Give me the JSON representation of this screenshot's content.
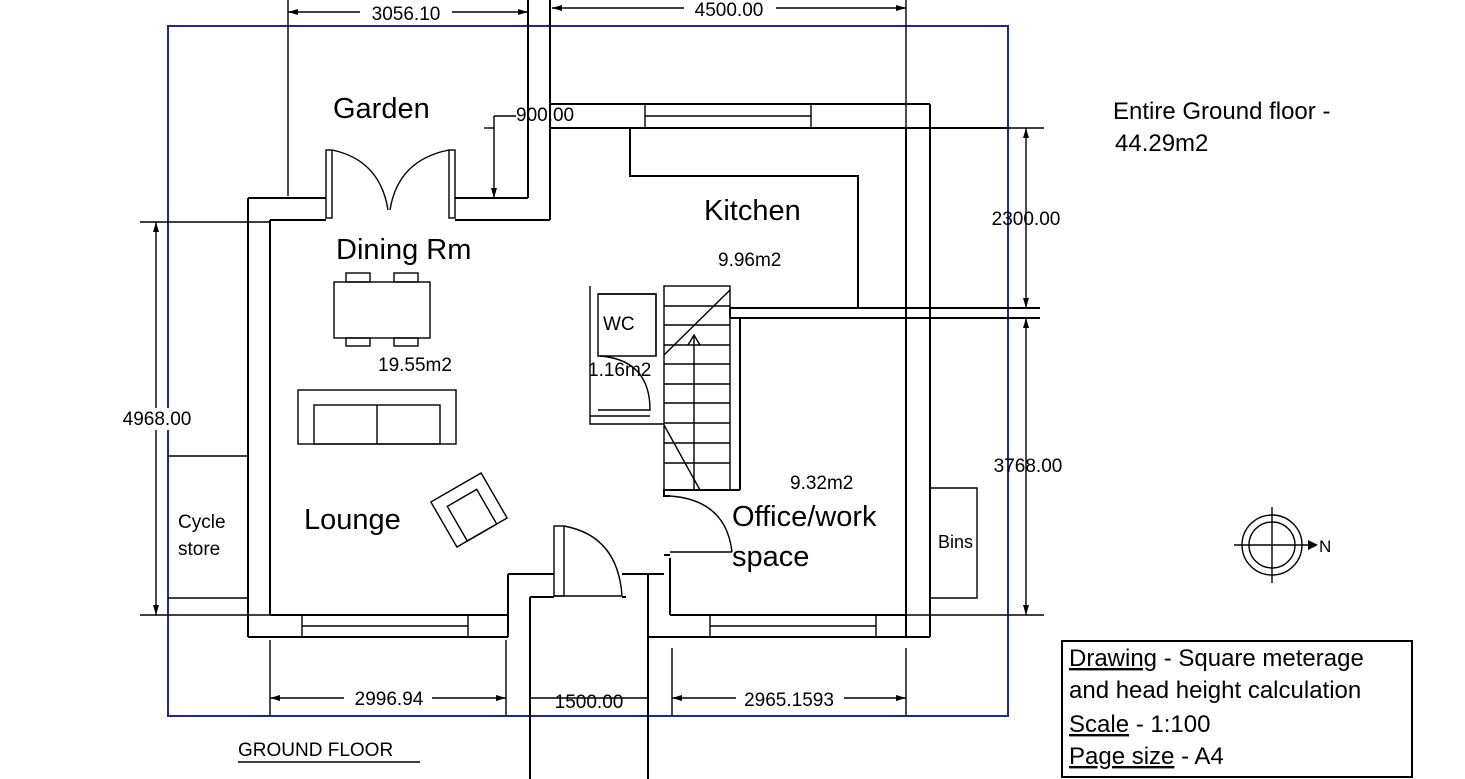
{
  "rooms": {
    "garden": "Garden",
    "dining": "Dining Rm",
    "dining_area": "19.55m2",
    "kitchen": "Kitchen",
    "kitchen_area": "9.96m2",
    "wc": "WC",
    "wc_area": "1.16m2",
    "lounge": "Lounge",
    "office_line1": "Office/work",
    "office_line2": "space",
    "office_area": "9.32m2",
    "cycle_line1": "Cycle",
    "cycle_line2": "store",
    "bins": "Bins"
  },
  "dimensions": {
    "top_left": "3056.10",
    "top_right": "4500.00",
    "garden_step": "900.00",
    "left_total": "4968.00",
    "right_upper": "2300.00",
    "right_lower": "3768.00",
    "bottom_left": "2996.94",
    "bottom_mid": "1500.00",
    "bottom_right": "2965.1593"
  },
  "summary": {
    "line1": "Entire Ground floor -",
    "line2": "44.29m2"
  },
  "compass": {
    "north": "N"
  },
  "floor_label": "GROUND FLOOR",
  "title_block": {
    "drawing_key": "Drawing",
    "drawing_val1": " - Square meterage",
    "drawing_val2": "and head height calculation",
    "scale_key": "Scale",
    "scale_val": " - 1:100",
    "page_key": "Page size",
    "page_val": " - A4"
  },
  "colors": {
    "frame": "#1a2a9c",
    "ink": "#000000"
  }
}
